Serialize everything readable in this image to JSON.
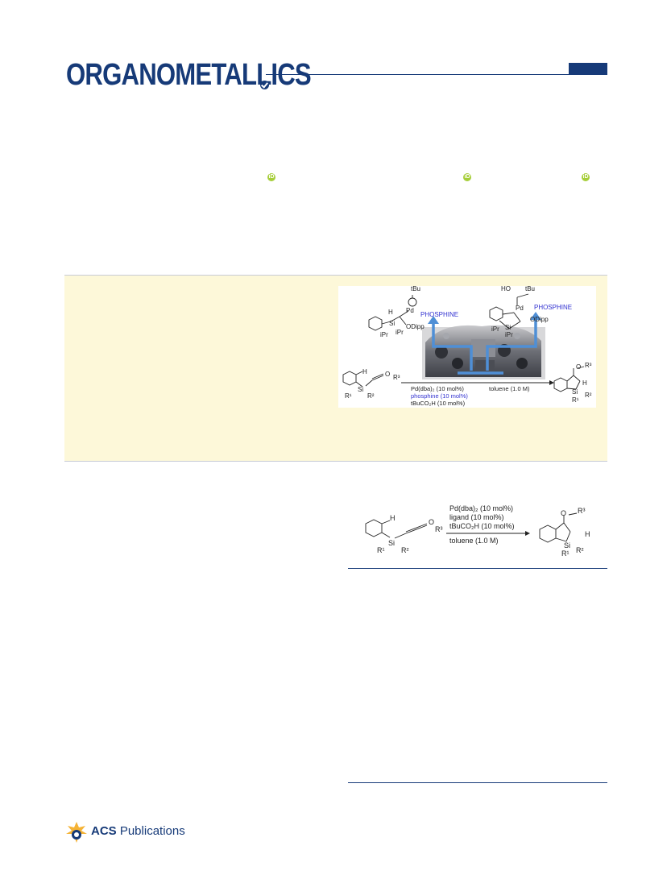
{
  "header": {
    "journal_title": "ORGANOMETALLICS"
  },
  "toc_graphic": {
    "labels": {
      "tbu_left": "tBu",
      "pd_left": "Pd",
      "h_left": "H",
      "phosphine_left": "PHOSPHINE",
      "si_left": "Si",
      "odipp_left": "ODipp",
      "ipr_left_a": "iPr",
      "ipr_left_b": "iPr",
      "ho_right": "HO",
      "tbu_right": "tBu",
      "pd_right": "Pd",
      "phosphine_right": "PHOSPHINE",
      "odipp_right": "ODipp",
      "ipr_right_a": "iPr",
      "si_right": "Si",
      "ipr_right_b": "iPr",
      "h_sub": "H",
      "o_sub": "O",
      "r3_sub": "R³",
      "si_sub": "Si",
      "r1_sub": "R¹",
      "r2_sub": "R²",
      "cond1": "Pd(dba)₂ (10 mol%)",
      "cond2": "phosphine (10 mol%)",
      "cond3": "tBuCO₂H (10 mol%)",
      "solvent": "toluene (1.0 M)",
      "o_prod": "O",
      "r3_prod": "R³",
      "h_prod": "H",
      "si_prod": "Si",
      "r1_prod": "R¹",
      "r2_prod": "R²"
    }
  },
  "scheme": {
    "labels": {
      "h_sub": "H",
      "o_sub": "O",
      "r3_sub": "R³",
      "si_sub": "Si",
      "r1_sub": "R¹",
      "r2_sub": "R²",
      "cond1": "Pd(dba)₂ (10 mol%)",
      "cond2": "ligand (10 mol%)",
      "cond3": "tBuCO₂H (10 mol%)",
      "solvent": "toluene (1.0 M)",
      "o_prod": "O",
      "r3_prod": "R³",
      "h_prod": "H",
      "si_prod": "Si",
      "r1_prod": "R¹",
      "r2_prod": "R²"
    }
  },
  "footer": {
    "publisher_prefix": "ACS",
    "publisher_suffix": " Publications"
  },
  "colors": {
    "brand_navy": "#163a78",
    "abstract_bg": "#fdf8d9",
    "orcid_green": "#a6ce39",
    "arrow_blue": "#4f8fd6",
    "phosphine_blue": "#3030d0"
  }
}
